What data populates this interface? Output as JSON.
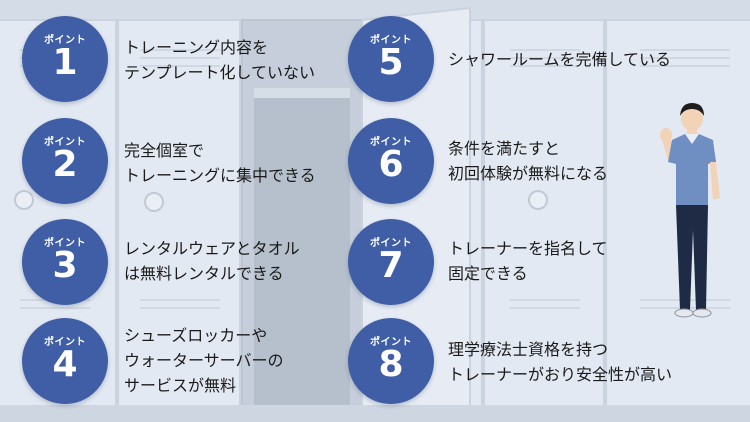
{
  "colors": {
    "badge": "#3f5ea5",
    "locker": "#dfe5ee",
    "locker_edge": "#b6c0ce",
    "text": "#1a1a1a"
  },
  "badge_label": "ポイント",
  "points": [
    {
      "number": "1",
      "lines": [
        "トレーニング内容を",
        "テンプレート化していない"
      ]
    },
    {
      "number": "2",
      "lines": [
        "完全個室で",
        "トレーニングに集中できる"
      ]
    },
    {
      "number": "3",
      "lines": [
        "レンタルウェアとタオル",
        "は無料レンタルできる"
      ]
    },
    {
      "number": "4",
      "lines": [
        "シューズロッカーや",
        "ウォーターサーバーの",
        "サービスが無料"
      ]
    },
    {
      "number": "5",
      "lines": [
        "シャワールームを完備している"
      ]
    },
    {
      "number": "6",
      "lines": [
        "条件を満たすと",
        "初回体験が無料になる"
      ]
    },
    {
      "number": "7",
      "lines": [
        "トレーナーを指名して",
        "固定できる"
      ]
    },
    {
      "number": "8",
      "lines": [
        "理学療法士資格を持つ",
        "トレーナーがおり安全性が高い"
      ]
    }
  ]
}
